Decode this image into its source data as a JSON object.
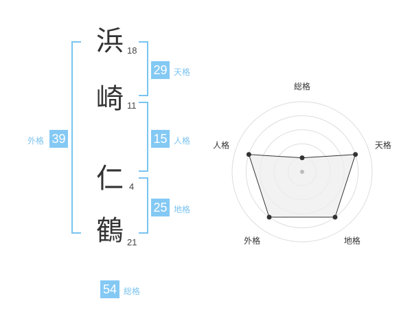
{
  "name": {
    "characters": [
      {
        "char": "浜",
        "strokes": "18"
      },
      {
        "char": "崎",
        "strokes": "11"
      },
      {
        "char": "仁",
        "strokes": "4"
      },
      {
        "char": "鶴",
        "strokes": "21"
      }
    ]
  },
  "kakusu": {
    "tenkaku": {
      "value": "29",
      "label": "天格"
    },
    "jinkaku": {
      "value": "15",
      "label": "人格"
    },
    "chikaku": {
      "value": "25",
      "label": "地格"
    },
    "gaikaku": {
      "value": "39",
      "label": "外格"
    },
    "soukaku": {
      "value": "54",
      "label": "総格"
    }
  },
  "chart_data": {
    "type": "radar",
    "axes": [
      "総格",
      "天格",
      "地格",
      "外格",
      "人格"
    ],
    "values": [
      1,
      4,
      4,
      4,
      4
    ],
    "max": 5,
    "rings": 5,
    "grid": true,
    "colors": {
      "fill": "#eeeeee",
      "line": "#333333",
      "grid": "#dddddd",
      "point": "#333333",
      "center": "#bbbbbb"
    }
  },
  "colors": {
    "accent": "#84c9f4",
    "bracket": "#78c4f0",
    "label": "#7cc3ef"
  }
}
